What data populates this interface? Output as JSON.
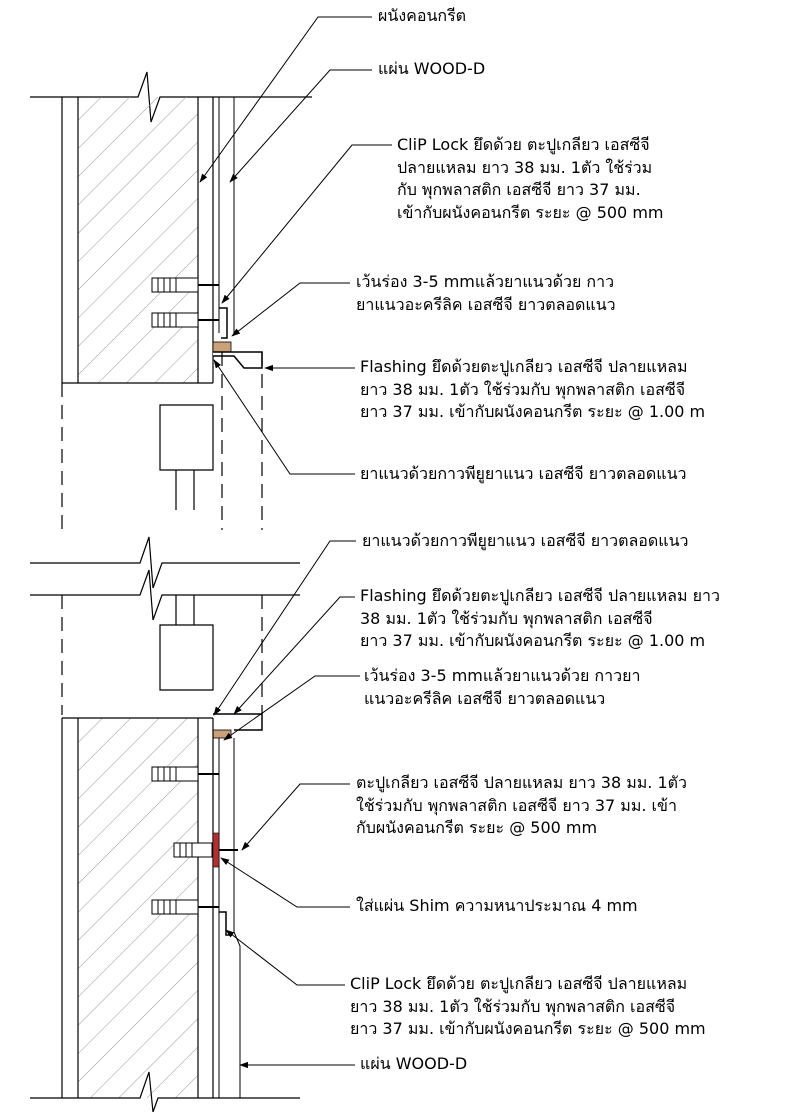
{
  "colors": {
    "line": "#000000",
    "hatch": "#9a9a9a",
    "sealant": "#caa27a",
    "shim": "#b03030",
    "background": "#ffffff"
  },
  "labels": {
    "concrete_wall": "ผนังคอนกรีต",
    "wood_d_top": "แผ่น WOOD-D",
    "clip_lock_top": [
      "CliP Lock ยึดด้วย ตะปูเกลียว เอสซีจี",
      "ปลายแหลม ยาว 38 มม. 1ตัว ใช้ร่วม",
      "กับ พุกพลาสติก เอสซีจี ยาว 37 มม.",
      "เข้ากับผนังคอนกรีต ระยะ @ 500 mm"
    ],
    "gap_top": [
      "เว้นร่อง 3-5 mmแล้วยาแนวด้วย กาว",
      "ยาแนวอะครีลิค เอสซีจี ยาวตลอดแนว"
    ],
    "flashing_top": [
      "Flashing ยึดด้วยตะปูเกลียว เอสซีจี ปลายแหลม",
      "ยาว 38 มม. 1ตัว ใช้ร่วมกับ พุกพลาสติก เอสซีจี",
      "ยาว 37 มม. เข้ากับผนังคอนกรีต ระยะ @ 1.00 m"
    ],
    "pu_sealant_top": "ยาแนวด้วยกาวพียูยาแนว เอสซีจี ยาวตลอดแนว",
    "pu_sealant_bottom": "ยาแนวด้วยกาวพียูยาแนว เอสซีจี ยาวตลอดแนว",
    "flashing_bottom": [
      "Flashing ยึดด้วยตะปูเกลียว เอสซีจี ปลายแหลม ยาว",
      "38 มม. 1ตัว ใช้ร่วมกับ พุกพลาสติก เอสซีจี",
      "ยาว 37 มม. เข้ากับผนังคอนกรีต ระยะ @ 1.00 m"
    ],
    "gap_bottom": [
      "เว้นร่อง 3-5 mmแล้วยาแนวด้วย กาวยา",
      "แนวอะครีลิค เอสซีจี ยาวตลอดแนว"
    ],
    "screw_bottom": [
      "ตะปูเกลียว เอสซีจี ปลายแหลม ยาว 38 มม. 1ตัว",
      "ใช้ร่วมกับ พุกพลาสติก เอสซีจี ยาว 37 มม. เข้า",
      "กับผนังคอนกรีต ระยะ @ 500 mm"
    ],
    "shim": "ใส่แผ่น Shim ความหนาประมาณ 4 mm",
    "clip_lock_bottom": [
      "CliP Lock ยึดด้วย ตะปูเกลียว เอสซีจี ปลายแหลม",
      "ยาว 38 มม. 1ตัว ใช้ร่วมกับ พุกพลาสติก เอสซีจี",
      "ยาว 37 มม. เข้ากับผนังคอนกรีต ระยะ @ 500 mm"
    ],
    "wood_d_bottom": "แผ่น WOOD-D"
  }
}
